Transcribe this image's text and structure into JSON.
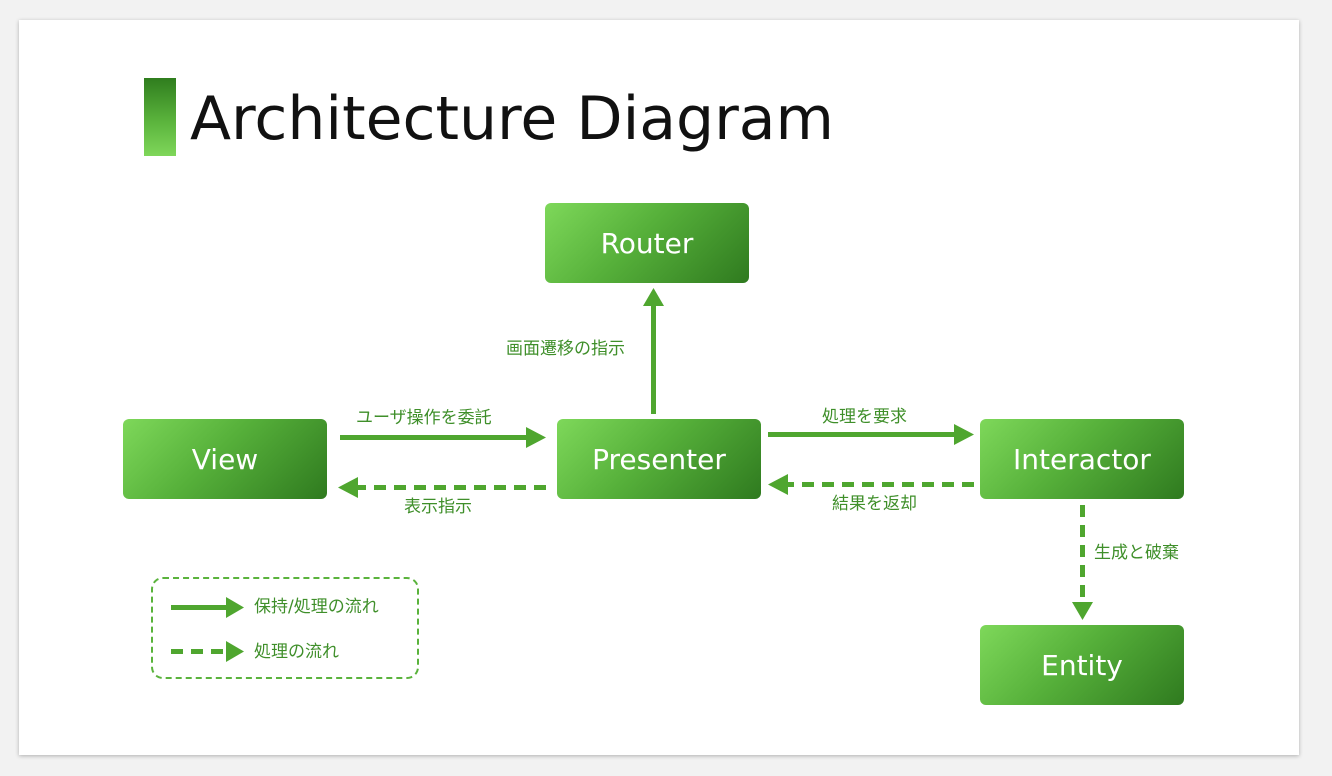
{
  "title": "Architecture Diagram",
  "colors": {
    "accent": "#4fa62f",
    "node_gradient_light": "#7ed85a",
    "node_gradient_dark": "#2f7a1f",
    "label_text": "#3f8f2a"
  },
  "nodes": {
    "router": "Router",
    "view": "View",
    "presenter": "Presenter",
    "interactor": "Interactor",
    "entity": "Entity"
  },
  "edges": {
    "presenter_to_router": "画面遷移の指示",
    "view_to_presenter": "ユーザ操作を委託",
    "presenter_to_view": "表示指示",
    "presenter_to_interactor": "処理を要求",
    "interactor_to_presenter": "結果を返却",
    "interactor_to_entity": "生成と破棄"
  },
  "legend": {
    "solid": "保持/処理の流れ",
    "dashed": "処理の流れ"
  }
}
